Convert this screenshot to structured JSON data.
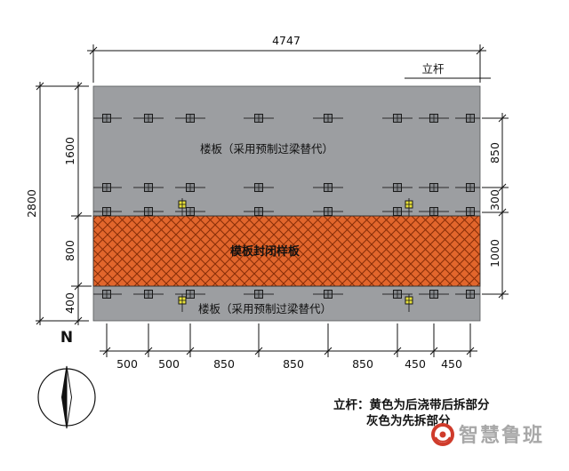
{
  "labels": {
    "pole_top": "立杆",
    "slab_upper": "楼板（采用预制过梁替代）",
    "formwork_band": "模板封闭样板",
    "slab_lower": "楼板（采用预制过梁替代）",
    "north": "N",
    "legend_line1": "立杆：黄色为后浇带后拆部分",
    "legend_line2": "灰色为先拆部分",
    "watermark": "智慧鲁班"
  },
  "dims": {
    "top_total": "4747",
    "left_total": "2800",
    "left_segments": [
      "1600",
      "800",
      "400"
    ],
    "right_segments": [
      "850",
      "300",
      "1000"
    ],
    "bottom_segments": [
      "500",
      "500",
      "850",
      "850",
      "850",
      "450",
      "450"
    ]
  },
  "colors": {
    "slab_gray": "#9c9ea1",
    "band_orange": "#e2662c",
    "hatch_line": "#8a2f08",
    "pole_gray": "#85888c",
    "pole_yellow": "#e8e13a",
    "logo_red": "#cf3b2b",
    "watermark_gray": "#a8a8a8",
    "line_black": "#111111"
  }
}
